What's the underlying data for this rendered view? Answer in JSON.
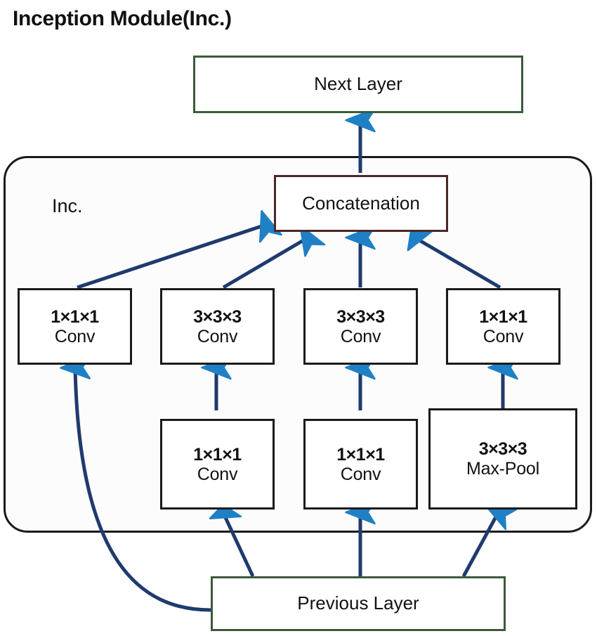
{
  "figure": {
    "title": "Inception Module(Inc.)",
    "module_label": "Inc.",
    "colors": {
      "green_border": "#3c5a3c",
      "maroon_border": "#4a2828",
      "black_border": "#1a1a1a",
      "arrow_stem": "#1f3a6e",
      "arrow_head": "#1f80c6",
      "background": "#ffffff",
      "text": "#111111"
    }
  },
  "nodes": {
    "next_layer": {
      "label": "Next Layer"
    },
    "concatenation": {
      "label": "Concatenation"
    },
    "previous_layer": {
      "label": "Previous Layer"
    },
    "branch_row": [
      {
        "size": "1×1×1",
        "op": "Conv"
      },
      {
        "size": "3×3×3",
        "op": "Conv"
      },
      {
        "size": "3×3×3",
        "op": "Conv"
      },
      {
        "size": "1×1×1",
        "op": "Conv"
      }
    ],
    "reduce_row": [
      {
        "size": "1×1×1",
        "op": "Conv"
      },
      {
        "size": "1×1×1",
        "op": "Conv"
      },
      {
        "size": "3×3×3",
        "op": "Max-Pool"
      }
    ]
  },
  "edges": [
    {
      "from": "concatenation",
      "to": "next-layer",
      "style": "straight-vertical"
    },
    {
      "from": "branch-1",
      "to": "concatenation",
      "style": "diagonal"
    },
    {
      "from": "branch-2",
      "to": "concatenation",
      "style": "diagonal"
    },
    {
      "from": "branch-3",
      "to": "concatenation",
      "style": "straight-vertical"
    },
    {
      "from": "branch-4",
      "to": "concatenation",
      "style": "diagonal"
    },
    {
      "from": "reduce-1",
      "to": "branch-2",
      "style": "straight-vertical"
    },
    {
      "from": "reduce-2",
      "to": "branch-3",
      "style": "straight-vertical"
    },
    {
      "from": "reduce-3",
      "to": "branch-4",
      "style": "straight-vertical"
    },
    {
      "from": "previous-layer",
      "to": "branch-1",
      "style": "curved"
    },
    {
      "from": "previous-layer",
      "to": "reduce-1",
      "style": "diagonal"
    },
    {
      "from": "previous-layer",
      "to": "reduce-2",
      "style": "straight-vertical"
    },
    {
      "from": "previous-layer",
      "to": "reduce-3",
      "style": "diagonal"
    }
  ]
}
